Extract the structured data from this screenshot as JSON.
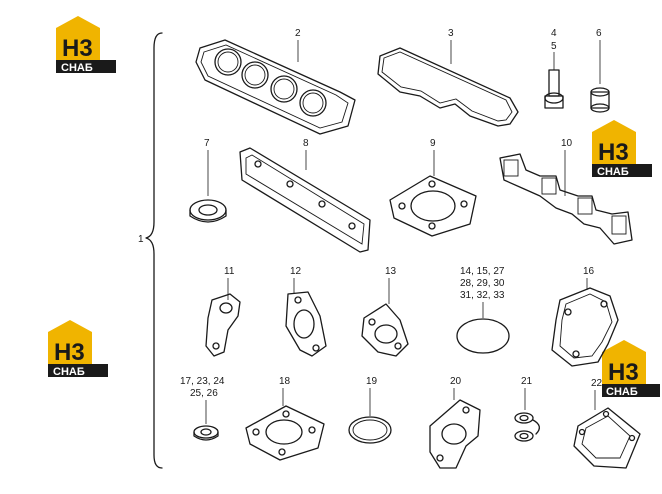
{
  "logo": {
    "mark": "H3",
    "caption": "СНАБ",
    "colors": {
      "gold": "#F0B400",
      "dark": "#1a1a1a",
      "light": "#ffffff"
    }
  },
  "callouts": {
    "assembly": "1",
    "p2": "2",
    "p3": "3",
    "p4": "4",
    "p5": "5",
    "p6": "6",
    "p7": "7",
    "p8": "8",
    "p9": "9",
    "p10": "10",
    "p11": "11",
    "p12": "12",
    "p13": "13",
    "p14_line1": "14, 15, 27",
    "p14_line2": "28, 29, 30",
    "p14_line3": "31, 32, 33",
    "p16": "16",
    "p17_line1": "17, 23, 24",
    "p17_line2": "25, 26",
    "p18": "18",
    "p19": "19",
    "p20": "20",
    "p21": "21",
    "p22": "22"
  }
}
